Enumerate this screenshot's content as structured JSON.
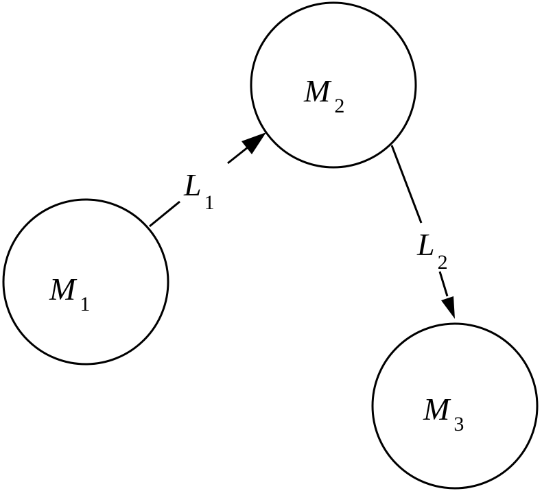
{
  "nodes": [
    {
      "id": "m1",
      "label": "M",
      "subscript": "1"
    },
    {
      "id": "m2",
      "label": "M",
      "subscript": "2"
    },
    {
      "id": "m3",
      "label": "M",
      "subscript": "3"
    }
  ],
  "edges": [
    {
      "id": "l1",
      "from": "m1",
      "to": "m2",
      "label": "L",
      "subscript": "1"
    },
    {
      "id": "l2",
      "from": "m2",
      "to": "m3",
      "label": "L",
      "subscript": "2"
    }
  ],
  "colors": {
    "stroke": "#000000",
    "fill": "#ffffff"
  }
}
